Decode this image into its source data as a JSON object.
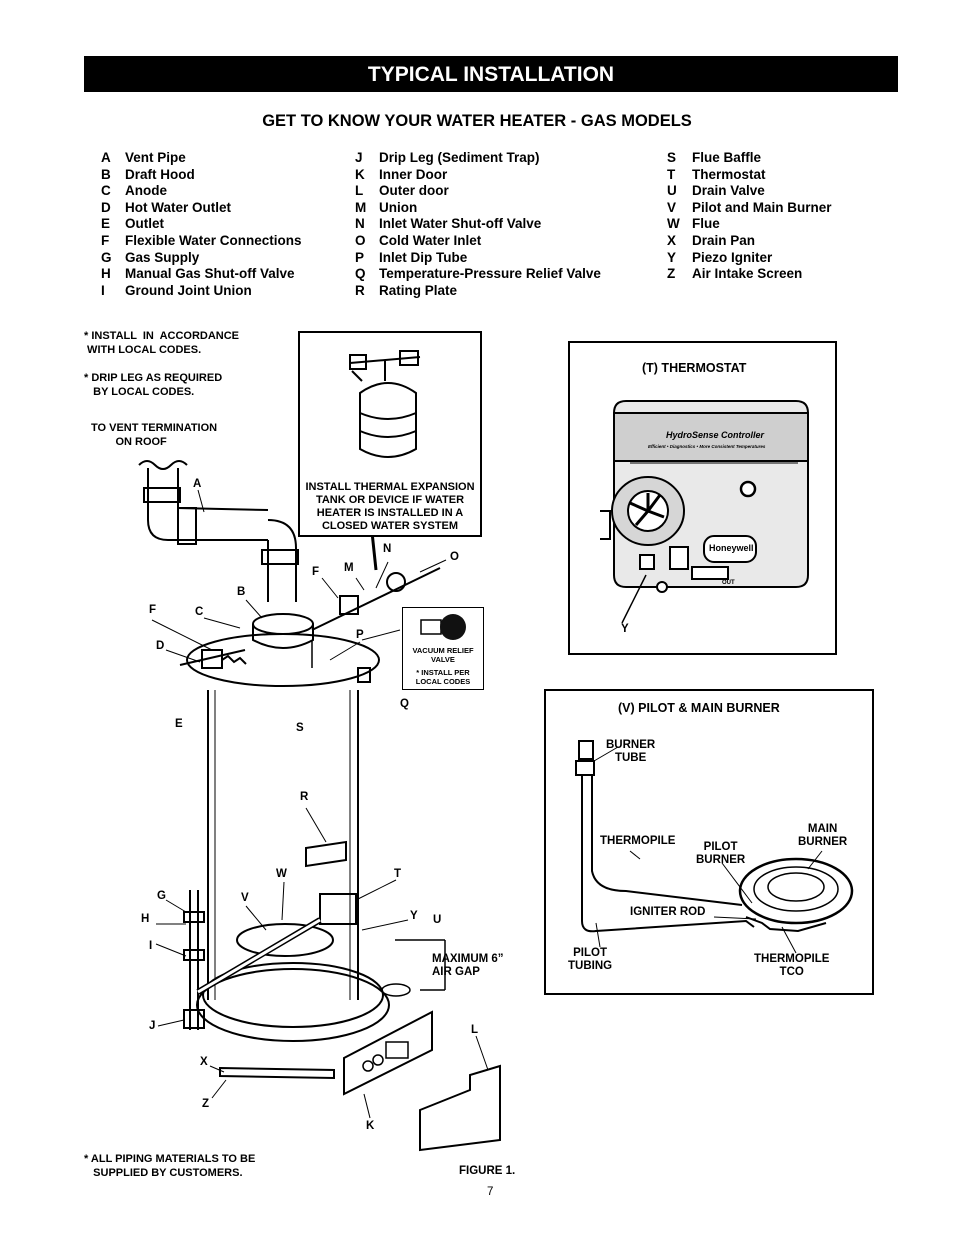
{
  "header": {
    "title": "TYPICAL INSTALLATION",
    "subtitle": "GET TO KNOW YOUR WATER HEATER - GAS MODELS"
  },
  "legend": {
    "col1": [
      {
        "key": "A",
        "label": "Vent Pipe"
      },
      {
        "key": "B",
        "label": "Draft Hood"
      },
      {
        "key": "C",
        "label": "Anode"
      },
      {
        "key": "D",
        "label": "Hot Water Outlet"
      },
      {
        "key": "E",
        "label": "Outlet"
      },
      {
        "key": "F",
        "label": "Flexible Water Connections"
      },
      {
        "key": "G",
        "label": "Gas Supply"
      },
      {
        "key": "H",
        "label": "Manual Gas Shut-off Valve"
      },
      {
        "key": "I",
        "label": "Ground Joint Union"
      }
    ],
    "col2": [
      {
        "key": "J",
        "label": "Drip Leg (Sediment Trap)"
      },
      {
        "key": "K",
        "label": "Inner Door"
      },
      {
        "key": "L",
        "label": "Outer door"
      },
      {
        "key": "M",
        "label": "Union"
      },
      {
        "key": "N",
        "label": "Inlet Water Shut-off Valve"
      },
      {
        "key": "O",
        "label": "Cold Water Inlet"
      },
      {
        "key": "P",
        "label": "Inlet Dip Tube"
      },
      {
        "key": "Q",
        "label": "Temperature-Pressure Relief Valve"
      },
      {
        "key": "R",
        "label": "Rating Plate"
      }
    ],
    "col3": [
      {
        "key": "S",
        "label": "Flue Baffle"
      },
      {
        "key": "T",
        "label": "Thermostat"
      },
      {
        "key": "U",
        "label": "Drain Valve"
      },
      {
        "key": "V",
        "label": "Pilot and Main Burner"
      },
      {
        "key": "W",
        "label": "Flue"
      },
      {
        "key": "X",
        "label": "Drain Pan"
      },
      {
        "key": "Y",
        "label": "Piezo Igniter"
      },
      {
        "key": "Z",
        "label": "Air Intake Screen"
      }
    ]
  },
  "notes": {
    "install_codes": "* INSTALL  IN  ACCORDANCE\n WITH LOCAL CODES.",
    "drip_leg": "* DRIP LEG AS REQUIRED\n   BY LOCAL CODES.",
    "vent_termination": "TO VENT TERMINATION\n        ON ROOF",
    "piping": "* ALL PIPING MATERIALS TO BE\n   SUPPLIED BY CUSTOMERS.",
    "figure": "FIGURE 1.",
    "page_number": "7"
  },
  "expansion_box": {
    "text": "INSTALL THERMAL EXPANSION\nTANK OR DEVICE IF WATER\nHEATER IS INSTALLED IN A\nCLOSED WATER SYSTEM"
  },
  "vacuum_box": {
    "label": "VACUUM RELIEF\nVALVE",
    "note": "* INSTALL PER\nLOCAL CODES"
  },
  "thermostat_box": {
    "title": "(T)  THERMOSTAT",
    "brand_line": "HydroSense  Controller",
    "tagline": "Efficient • Diagnostics • More  Consistent  Temperatures",
    "maker": "Honeywell",
    "out_label": "OUT",
    "callout": "Y"
  },
  "burner_box": {
    "title": "(V) PILOT & MAIN BURNER",
    "labels": {
      "burner_tube": "BURNER\nTUBE",
      "thermopile": "THERMOPILE",
      "pilot_burner": "PILOT\nBURNER",
      "main_burner": "MAIN\nBURNER",
      "igniter_rod": "IGNITER ROD",
      "pilot_tubing": "PILOT\nTUBING",
      "thermopile_tco": "THERMOPILE\nTCO"
    }
  },
  "diagram": {
    "callouts": [
      "A",
      "B",
      "C",
      "D",
      "E",
      "F",
      "F",
      "M",
      "N",
      "O",
      "P",
      "Q",
      "S",
      "R",
      "W",
      "T",
      "V",
      "Y",
      "U",
      "G",
      "H",
      "I",
      "J",
      "X",
      "Z",
      "K",
      "L"
    ],
    "air_gap": "MAXIMUM 6”\nAIR GAP"
  }
}
